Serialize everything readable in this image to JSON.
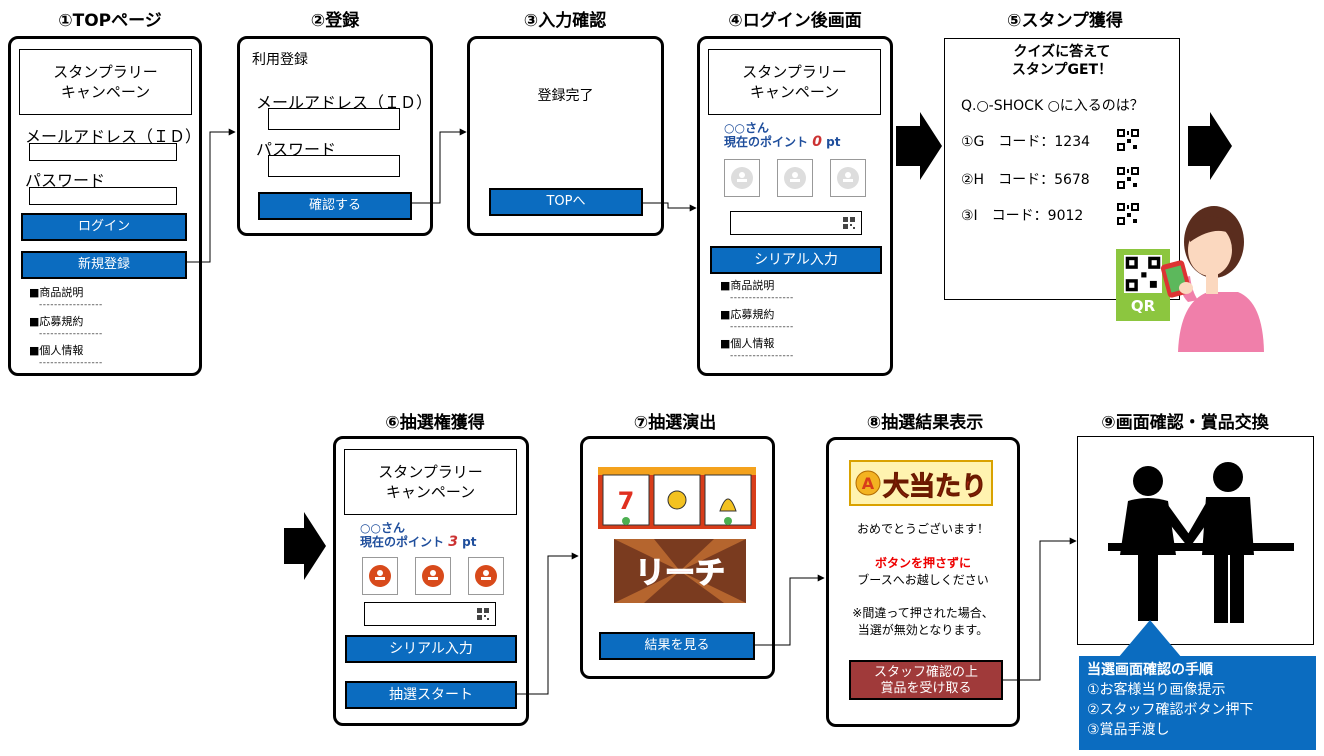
{
  "steps": {
    "s1": "①TOPページ",
    "s2": "②登録",
    "s3": "③入力確認",
    "s4": "④ログイン後画面",
    "s5": "⑤スタンプ獲得",
    "s6": "⑥抽選権獲得",
    "s7": "⑦抽選演出",
    "s8": "⑧抽選結果表示",
    "s9": "⑨画面確認・賞品交換"
  },
  "campaign_logo": "スタンプラリー\nキャンペーン",
  "top": {
    "email_label": "メールアドレス（ＩＤ）",
    "password_label": "パスワード",
    "login_button": "ログイン",
    "register_button": "新規登録",
    "menu": [
      "■商品説明",
      "■応募規約",
      "■個人情報"
    ],
    "dash": "-----------------"
  },
  "register": {
    "title": "利用登録",
    "email_label": "メールアドレス（ＩＤ）",
    "password_label": "パスワード",
    "confirm_button": "確認する"
  },
  "confirm": {
    "message": "登録完了",
    "top_button": "TOPへ"
  },
  "after_login": {
    "greeting": "○○さん",
    "points_label": "現在のポイント",
    "points_value": "0",
    "points_unit": "pt",
    "serial_button": "シリアル入力",
    "menu": [
      "■商品説明",
      "■応募規約",
      "■個人情報"
    ],
    "dash": "-----------------"
  },
  "stamp": {
    "header_line1": "クイズに答えて",
    "header_line2": "スタンプGET！",
    "question": "Q.○-SHOCK ○に入るのは？",
    "answers": [
      "①G　コード：1234",
      "②H　コード：5678",
      "③I　コード：9012"
    ],
    "qr_label": "QR"
  },
  "lottery": {
    "greeting": "○○さん",
    "points_label": "現在のポイント",
    "points_value": "3",
    "points_unit": "pt",
    "serial_button": "シリアル入力",
    "start_button": "抽選スタート"
  },
  "performance": {
    "reach_text": "リーチ",
    "result_button": "結果を見る"
  },
  "result": {
    "banner_text": "大当たり",
    "congrats": "おめでとうございます！",
    "warning_red": "ボタンを押さずに",
    "warning_black": "ブースへお越しください",
    "note_line1": "※間違って押された場合、",
    "note_line2": "当選が無効となります。",
    "staff_button": "スタッフ確認の上\n賞品を受け取る"
  },
  "exchange": {
    "procedure_title": "当選画面確認の手順",
    "procedure_items": [
      "①お客様当り画像提示",
      "②スタッフ確認ボタン押下",
      "③賞品手渡し"
    ]
  },
  "colors": {
    "button_blue": "#0b6cc0",
    "staff_button": "#a03a3a",
    "greeting_blue": "#1f4e9c",
    "point_red": "#c33333",
    "callout_blue": "#0b6cc0"
  }
}
